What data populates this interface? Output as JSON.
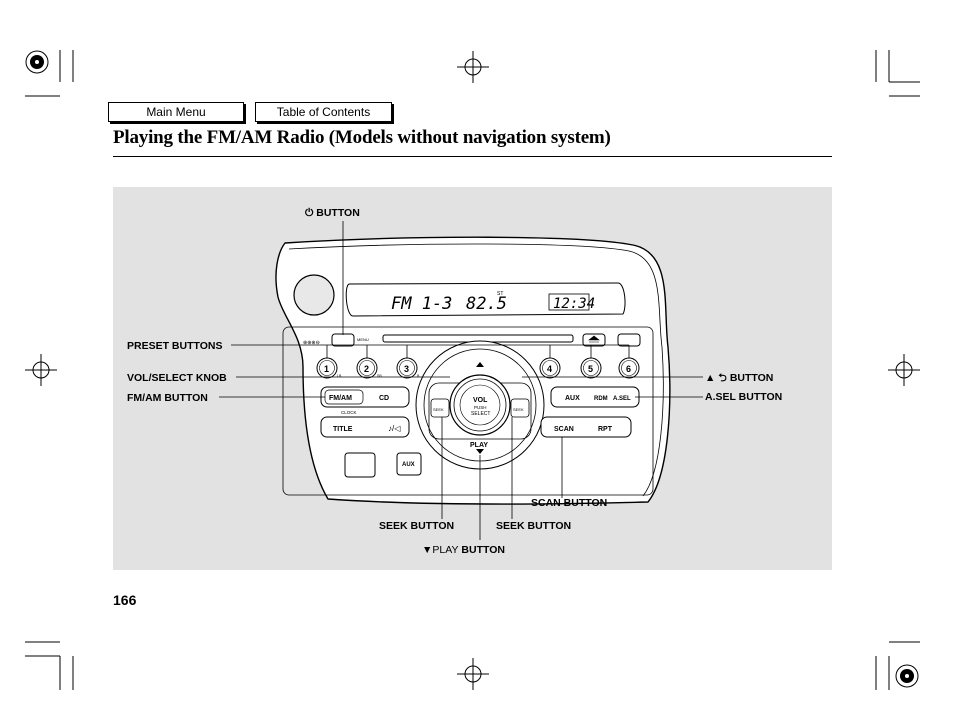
{
  "nav": {
    "main_menu": "Main Menu",
    "toc": "Table of Contents"
  },
  "page": {
    "title": "Playing the FM/AM Radio (Models without navigation system)",
    "number": "166"
  },
  "display": {
    "band": "FM 1-3",
    "frequency": "82.5",
    "st": "ST",
    "time": "12:34"
  },
  "labels": {
    "power_button": "BUTTON",
    "preset_buttons": "PRESET BUTTONS",
    "vol_select_knob": "VOL/SELECT KNOB",
    "fm_am_button": "FM/AM BUTTON",
    "eject_button": "BUTTON",
    "asel_button": "A.SEL BUTTON",
    "scan_button": "SCAN BUTTON",
    "seek_button_left": "SEEK BUTTON",
    "seek_button_right": "SEEK BUTTON",
    "play_button_prefix": "PLAY",
    "play_button": "BUTTON"
  },
  "unit": {
    "presets": [
      "1",
      "2",
      "3",
      "4",
      "5",
      "6"
    ],
    "preset_subs": [
      "LB",
      "SB",
      "B"
    ],
    "fm_am": "FM/AM",
    "cd": "CD",
    "clock": "CLOCK",
    "title": "TITLE",
    "aux": "AUX",
    "rdm": "RDM",
    "asel": "A.SEL",
    "scan": "SCAN",
    "rpt": "RPT",
    "play": "PLAY",
    "vol_1": "VOL",
    "vol_2": "PUSH",
    "vol_3": "SELECT",
    "aux_jack": "AUX",
    "seek_label": "SEEK"
  },
  "icons": [
    "power-icon",
    "eject-icon",
    "up-arrow-icon",
    "return-icon",
    "down-arrow-icon",
    "registration-mark-icon",
    "crosshair-icon"
  ]
}
